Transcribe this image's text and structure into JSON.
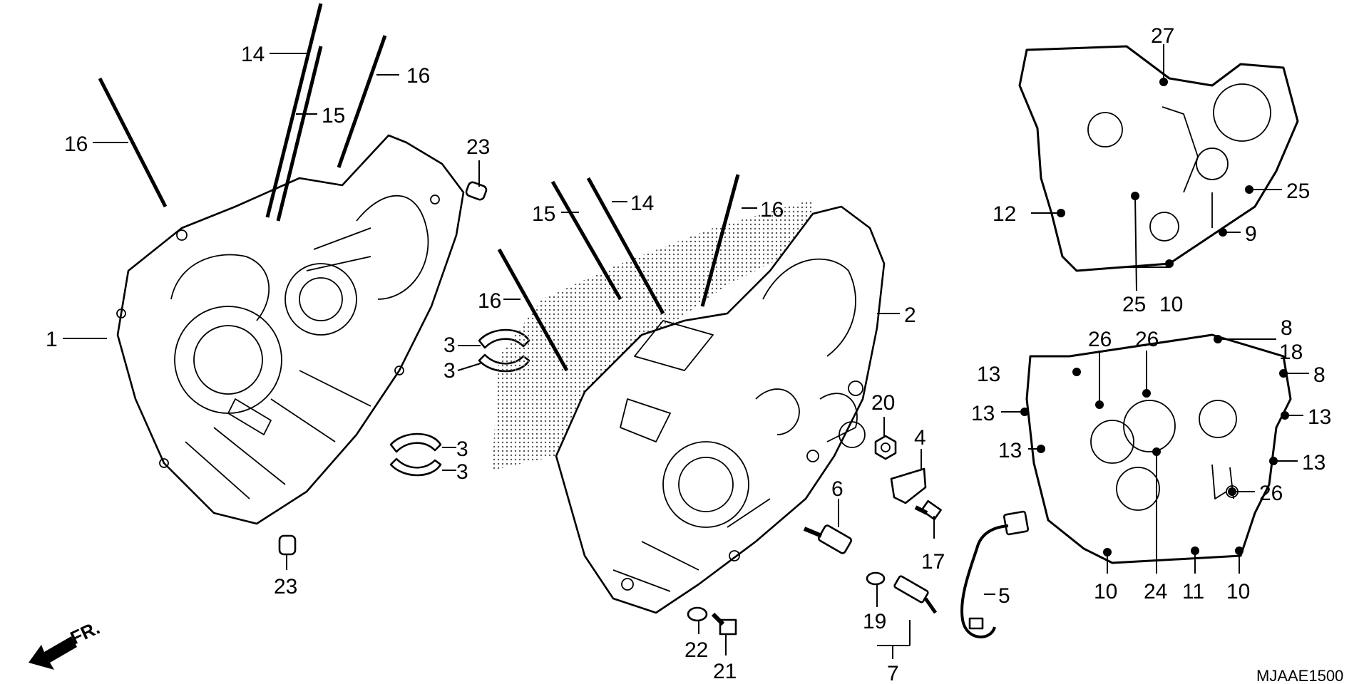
{
  "diagram": {
    "drawing_code": "MJAAE1500",
    "direction_label": "FR.",
    "callouts": [
      {
        "id": "c14a",
        "text": "14"
      },
      {
        "id": "c15a",
        "text": "15"
      },
      {
        "id": "c16a",
        "text": "16"
      },
      {
        "id": "c16b",
        "text": "16"
      },
      {
        "id": "c1",
        "text": "1"
      },
      {
        "id": "c23a",
        "text": "23"
      },
      {
        "id": "c23b",
        "text": "23"
      },
      {
        "id": "c3a",
        "text": "3"
      },
      {
        "id": "c3b",
        "text": "3"
      },
      {
        "id": "c3c",
        "text": "3"
      },
      {
        "id": "c3d",
        "text": "3"
      },
      {
        "id": "c14b",
        "text": "14"
      },
      {
        "id": "c15b",
        "text": "15"
      },
      {
        "id": "c16c",
        "text": "16"
      },
      {
        "id": "c16d",
        "text": "16"
      },
      {
        "id": "c2",
        "text": "2"
      },
      {
        "id": "c20",
        "text": "20"
      },
      {
        "id": "c4",
        "text": "4"
      },
      {
        "id": "c6",
        "text": "6"
      },
      {
        "id": "c17",
        "text": "17"
      },
      {
        "id": "c5",
        "text": "5"
      },
      {
        "id": "c19",
        "text": "19"
      },
      {
        "id": "c7",
        "text": "7"
      },
      {
        "id": "c22",
        "text": "22"
      },
      {
        "id": "c21",
        "text": "21"
      },
      {
        "id": "c27",
        "text": "27"
      },
      {
        "id": "c12",
        "text": "12"
      },
      {
        "id": "c25a",
        "text": "25"
      },
      {
        "id": "c25b",
        "text": "25"
      },
      {
        "id": "c9",
        "text": "9"
      },
      {
        "id": "c10a",
        "text": "10"
      },
      {
        "id": "c26a",
        "text": "26"
      },
      {
        "id": "c26b",
        "text": "26"
      },
      {
        "id": "c8a",
        "text": "8"
      },
      {
        "id": "c18",
        "text": "18"
      },
      {
        "id": "c8b",
        "text": "8"
      },
      {
        "id": "c13a",
        "text": "13"
      },
      {
        "id": "c13b",
        "text": "13"
      },
      {
        "id": "c13c",
        "text": "13"
      },
      {
        "id": "c13d",
        "text": "13"
      },
      {
        "id": "c13e",
        "text": "13"
      },
      {
        "id": "c26c",
        "text": "26"
      },
      {
        "id": "c10b",
        "text": "10"
      },
      {
        "id": "c24",
        "text": "24"
      },
      {
        "id": "c11",
        "text": "11"
      },
      {
        "id": "c10c",
        "text": "10"
      }
    ]
  }
}
